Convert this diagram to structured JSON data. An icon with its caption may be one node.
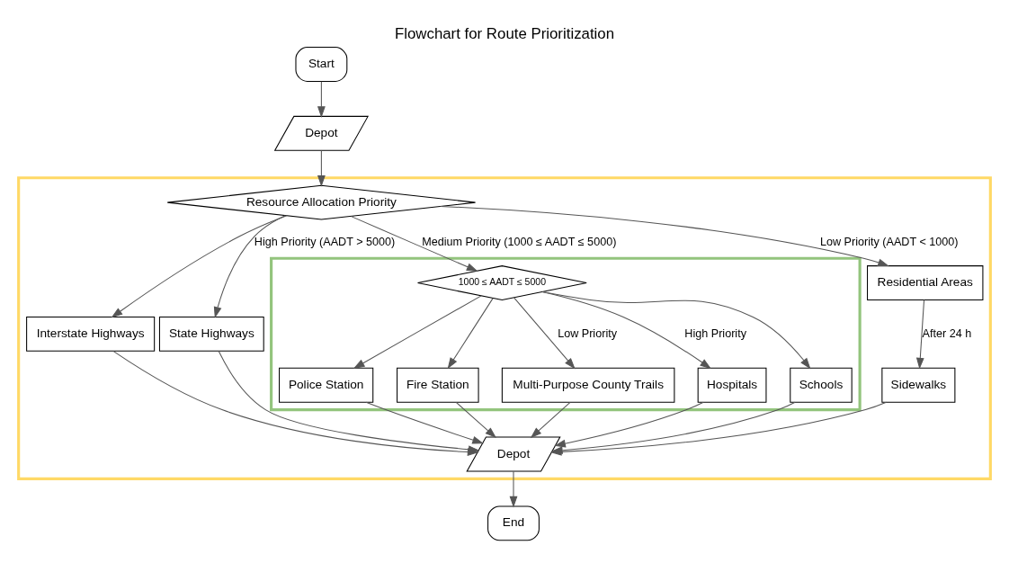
{
  "diagram": {
    "title": "Flowchart for Route Prioritization",
    "nodes": [
      {
        "text": [
          "Depot"
        ]
      },
      {
        "text": [
          "Start"
        ]
      },
      {
        "text": [],
        "shape": "box"
      },
      {
        "text": [
          "Resource Allocation Priority"
        ],
        "in": 2
      },
      {
        "text": [
          "Interstate Highways"
        ],
        "in": 2
      },
      {
        "text": [
          "State Highways"
        ],
        "in": 2
      },
      {
        "text": [],
        "shape": "box",
        "in": 2
      },
      {
        "text": [
          "1000 ≤ AADT ≤ 5000"
        ],
        "in": 6
      },
      {
        "text": [
          "Multi-Purpose County Trails"
        ],
        "in": 6
      },
      {
        "text": [
          "Hospitals"
        ],
        "in": 6
      },
      {
        "text": [
          "Schools"
        ],
        "in": 6
      },
      {
        "text": [
          "Police Station"
        ],
        "in": 6
      },
      {
        "text": [
          "Fire Station"
        ],
        "in": 6
      },
      {
        "text": [
          "Residential Areas"
        ],
        "in": 2
      },
      {
        "text": [
          "Sidewalks"
        ],
        "in": 2
      },
      {
        "text": [
          "Depot"
        ],
        "in": 2
      },
      {
        "text": [
          "End"
        ]
      }
    ],
    "edges": [
      {
        "from": 1,
        "to": 0,
        "arrow": "to"
      },
      {
        "from": 0,
        "to": 3,
        "arrow": "to"
      },
      {
        "from": 3,
        "to": 4,
        "arrow": "to"
      },
      {
        "from": 3,
        "to": 5,
        "arrow": "to",
        "label": "High Priority (AADT > 5000)"
      },
      {
        "from": 3,
        "to": 7,
        "arrow": "to",
        "label": "Medium Priority (1000 ≤ AADT ≤ 5000)"
      },
      {
        "from": 3,
        "to": 13,
        "arrow": "to",
        "label": "Low Priority (AADT < 1000)"
      },
      {
        "from": 7,
        "to": 8,
        "arrow": "to",
        "label": "Low Priority"
      },
      {
        "from": 7,
        "to": 9,
        "arrow": "to",
        "label": "High Priority"
      },
      {
        "from": 7,
        "to": 10,
        "arrow": "to"
      },
      {
        "from": 7,
        "to": 11,
        "arrow": "to"
      },
      {
        "from": 7,
        "to": 12,
        "arrow": "to"
      },
      {
        "from": 13,
        "to": 14,
        "arrow": "to",
        "label": "After 24 h"
      },
      {
        "from": 4,
        "to": 15,
        "arrow": "to"
      },
      {
        "from": 5,
        "to": 15,
        "arrow": "to"
      },
      {
        "from": 8,
        "to": 15,
        "arrow": "to"
      },
      {
        "from": 9,
        "to": 15,
        "arrow": "to"
      },
      {
        "from": 10,
        "to": 15,
        "arrow": "to"
      },
      {
        "from": 11,
        "to": 15,
        "arrow": "to"
      },
      {
        "from": 12,
        "to": 15,
        "arrow": "to"
      },
      {
        "from": 14,
        "to": 15,
        "arrow": "to"
      },
      {
        "from": 15,
        "to": 16,
        "arrow": "to"
      }
    ]
  }
}
